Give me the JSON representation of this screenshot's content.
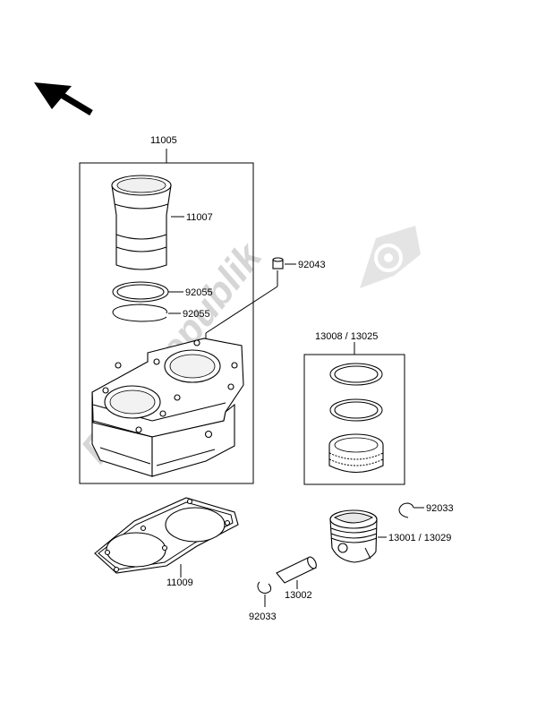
{
  "watermark": {
    "text": "PartsRepublik"
  },
  "icons": {
    "direction": "direction-arrow-icon",
    "watermark_gear": "gear-icon"
  },
  "labels": {
    "cylinder_assy": "11005",
    "cylinder_sleeve": "11007",
    "ring_upper": "92055",
    "ring_lower": "92055",
    "dowel_pin": "92043",
    "piston_rings_set": "13008 / 13025",
    "cylinder_gasket": "11009",
    "circlip_right": "92033",
    "piston": "13001 / 13029",
    "piston_pin": "13002",
    "circlip_left": "92033"
  }
}
